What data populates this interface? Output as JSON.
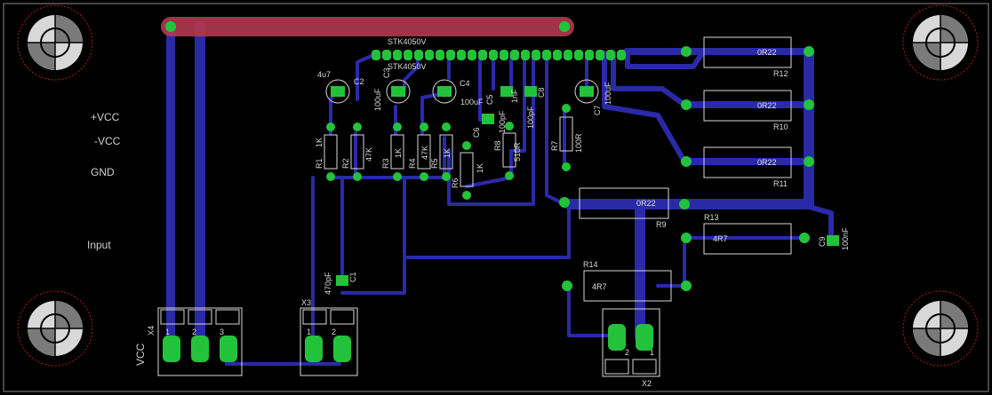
{
  "board": {
    "colors": {
      "background": "#000000",
      "outline": "#8a8a8a",
      "trace": "#2a2aa8",
      "topTrace": "#b03a50",
      "pad": "#22c33a",
      "padHole": "#1a5e1a",
      "silk": "#d8d8d8"
    }
  },
  "side_labels": {
    "vcc_pos": "+VCC",
    "vcc_neg": "-VCC",
    "gnd": "GND",
    "input": "Input"
  },
  "ic": {
    "name": "STK4050V",
    "value": "STK4050V"
  },
  "capacitors": {
    "c2": {
      "name": "C2",
      "value": "4u7"
    },
    "c3": {
      "name": "C3",
      "value": "100uF"
    },
    "c4": {
      "name": "C4",
      "value": "100uF"
    },
    "c5": {
      "name": "C5",
      "value": "1nF"
    },
    "c6": {
      "name": "C6",
      "value": "100pF"
    },
    "c7": {
      "name": "C7",
      "value": "100uF"
    },
    "c8": {
      "name": "C8",
      "value": "100pF"
    },
    "c1": {
      "name": "C1",
      "value": "470pF"
    },
    "c9": {
      "name": "C9",
      "value": "100nF"
    }
  },
  "resistors": {
    "r1": {
      "name": "R1",
      "value": "1K"
    },
    "r2": {
      "name": "R2",
      "value": "47K"
    },
    "r3": {
      "name": "R3",
      "value": "1K"
    },
    "r4": {
      "name": "R4",
      "value": "47K"
    },
    "r5": {
      "name": "R5",
      "value": "1K"
    },
    "r6": {
      "name": "R6",
      "value": "1K"
    },
    "r7": {
      "name": "R7",
      "value": "100R"
    },
    "r8": {
      "name": "R8",
      "value": "510R"
    },
    "r9": {
      "name": "R9",
      "value": "0R22"
    },
    "r10": {
      "name": "R10",
      "value": "0R22"
    },
    "r11": {
      "name": "R11",
      "value": "0R22"
    },
    "r12": {
      "name": "R12",
      "value": "0R22"
    },
    "r13": {
      "name": "R13",
      "value": "4R7"
    },
    "r14": {
      "name": "R14",
      "value": "4R7"
    }
  },
  "connectors": {
    "x4": {
      "name": "X4",
      "label": "VCC",
      "pins": [
        "1",
        "2",
        "3"
      ]
    },
    "x3": {
      "name": "X3",
      "pins": [
        "1",
        "2"
      ]
    },
    "x2": {
      "name": "X2",
      "pins": [
        "2",
        "1"
      ]
    }
  }
}
